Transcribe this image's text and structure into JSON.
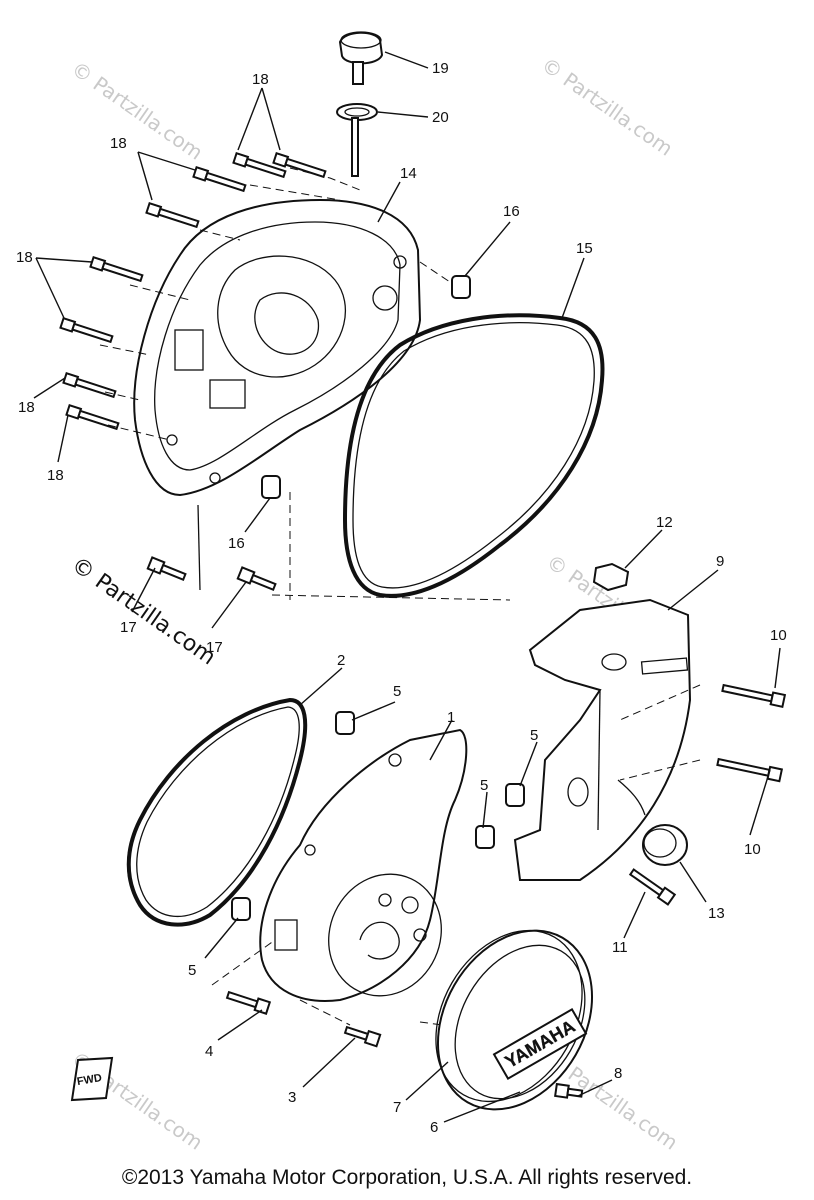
{
  "watermarks": {
    "light": "© Partzilla.com",
    "dark": "© Partzilla.com"
  },
  "logo_text": "YAMAHA",
  "fwd_label": "FWD",
  "callouts": {
    "c1": "1",
    "c2": "2",
    "c3": "3",
    "c4": "4",
    "c5a": "5",
    "c5b": "5",
    "c5c": "5",
    "c5d": "5",
    "c6": "6",
    "c7": "7",
    "c8": "8",
    "c9": "9",
    "c10a": "10",
    "c10b": "10",
    "c11": "11",
    "c12": "12",
    "c13": "13",
    "c14": "14",
    "c15": "15",
    "c16a": "16",
    "c16b": "16",
    "c17a": "17",
    "c17b": "17",
    "c18a": "18",
    "c18b": "18",
    "c18c": "18",
    "c18d": "18",
    "c18e": "18",
    "c19": "19",
    "c20": "20"
  },
  "copyright": "©2013  Yamaha Motor Corporation, U.S.A. All rights reserved."
}
